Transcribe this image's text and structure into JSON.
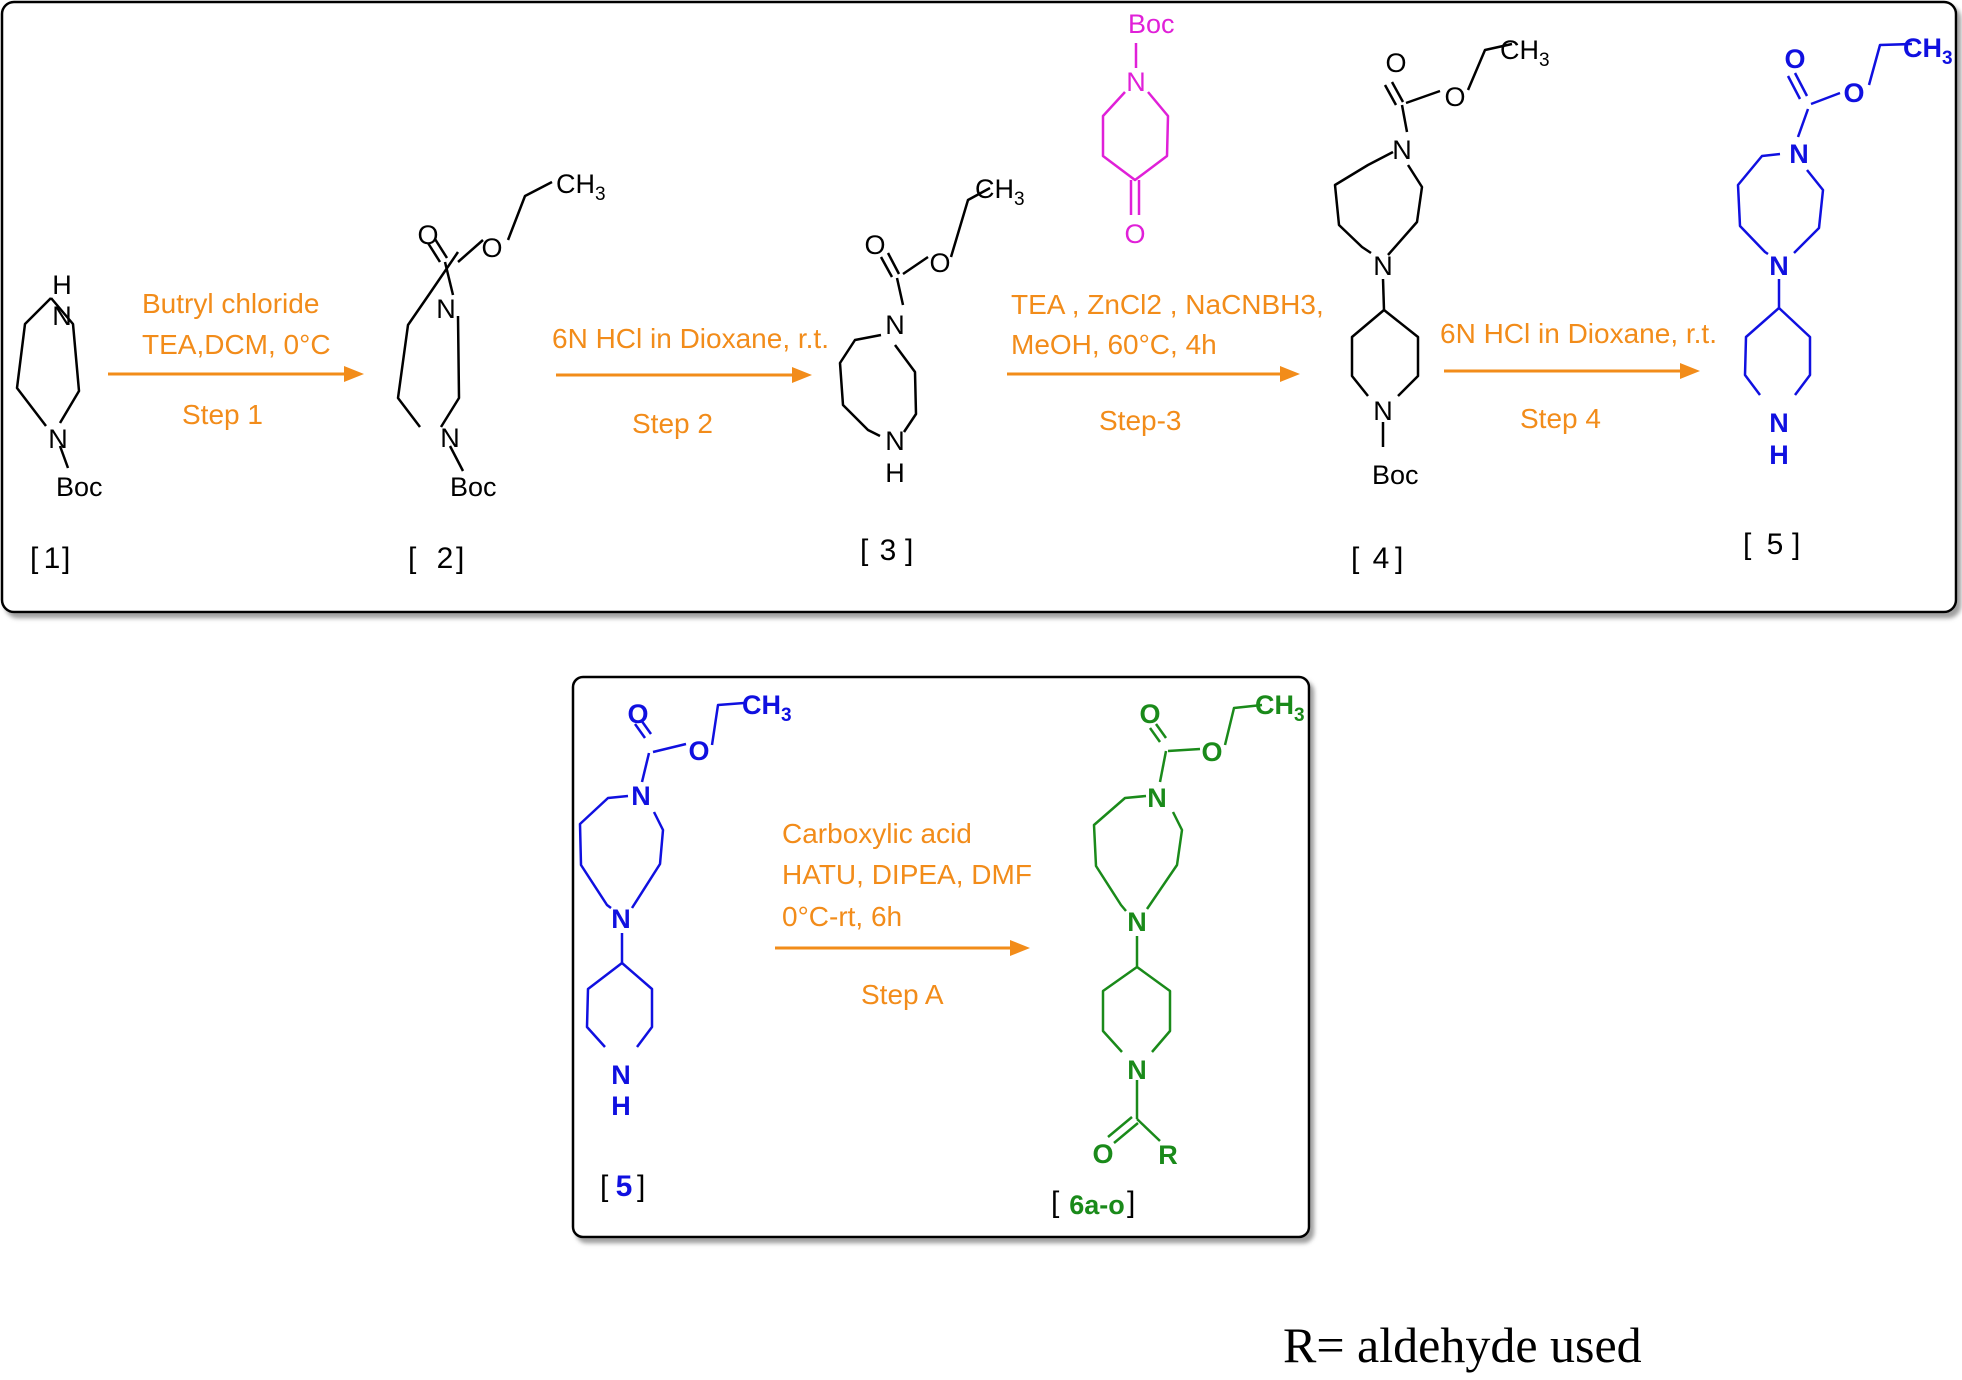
{
  "colors": {
    "black": "#000000",
    "orange": "#f28c1a",
    "magenta": "#e020d8",
    "blue": "#1010e0",
    "green": "#1a8a1a"
  },
  "atoms": {
    "H": "H",
    "N": "N",
    "O": "O",
    "Boc": "Boc",
    "CH": "CH",
    "three": "3",
    "R": "R"
  },
  "steps": {
    "step1": {
      "reagent1": "Butryl chloride",
      "reagent2": "TEA,DCM, 0°C",
      "label": "Step 1"
    },
    "step2": {
      "reagent1": "6N HCl in Dioxane,  r.t.",
      "label": "Step 2"
    },
    "step3": {
      "reagent1": "TEA , ZnCl2 , NaCNBH3,",
      "reagent2": "MeOH, 60°C, 4h",
      "label": "Step-3"
    },
    "step4": {
      "reagent1": "6N HCl in Dioxane,  r.t.",
      "label": "Step 4"
    },
    "stepA": {
      "reagent1": "Carboxylic acid",
      "reagent2": "HATU, DIPEA, DMF",
      "reagent3": "0°C-rt, 6h",
      "label": "Step A"
    }
  },
  "compounds": {
    "c1": "1",
    "c2": "2",
    "c3": "3",
    "c4": "4",
    "c5": "5",
    "c5b": "5",
    "c6": "6a-o"
  },
  "footnote": "R= aldehyde used"
}
